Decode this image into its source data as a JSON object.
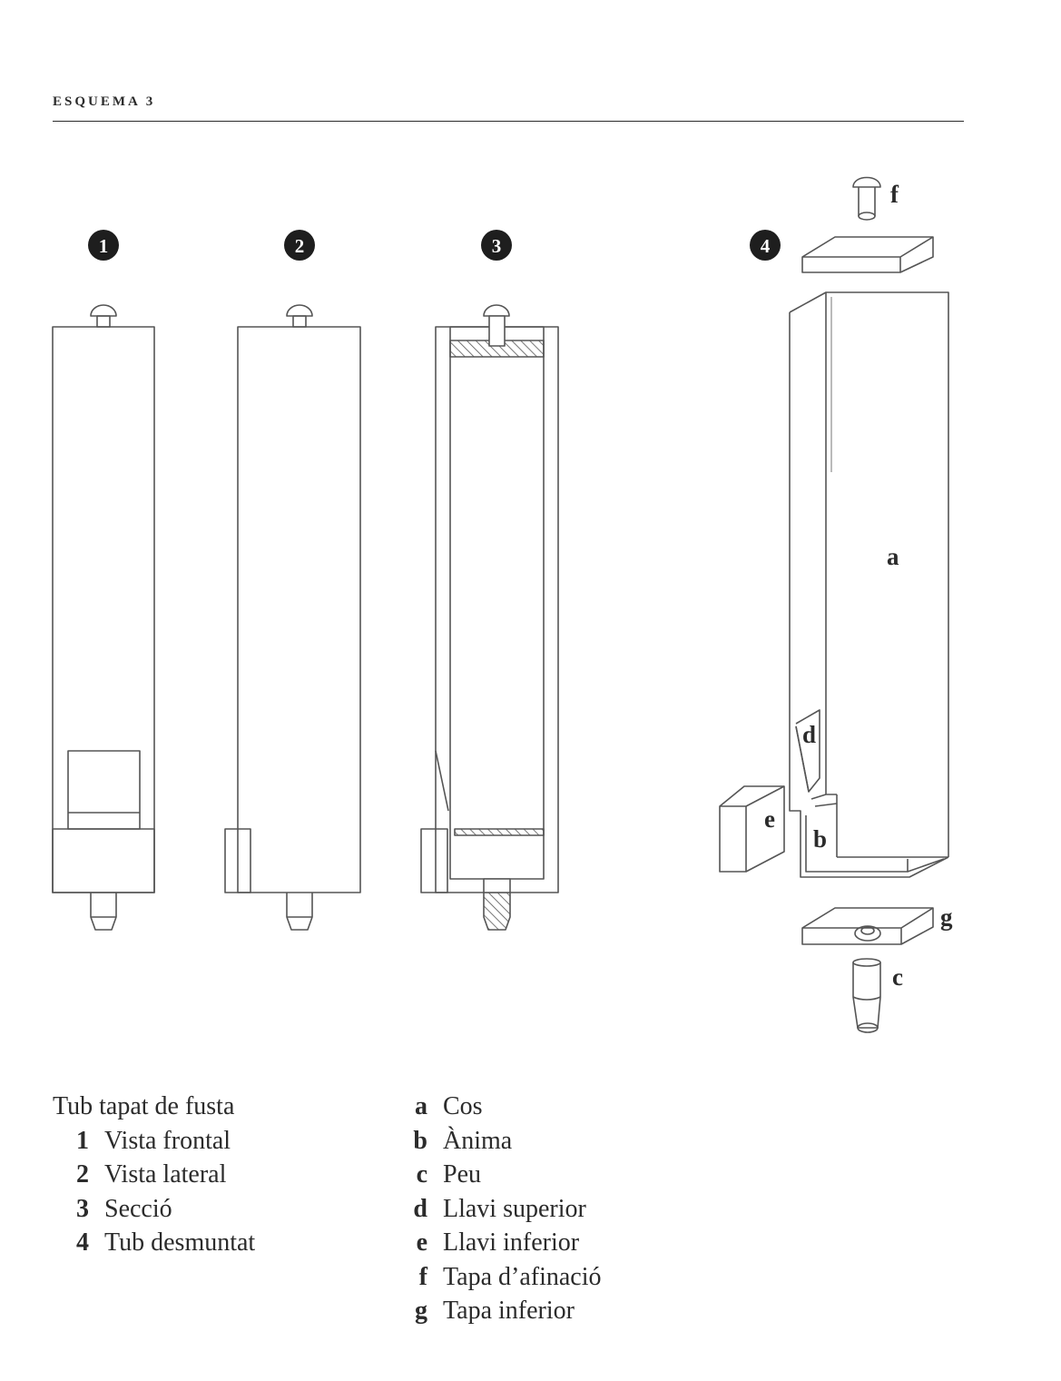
{
  "header": {
    "title": "ESQUEMA 3"
  },
  "views": [
    {
      "number": "1",
      "name": "front-view"
    },
    {
      "number": "2",
      "name": "side-view"
    },
    {
      "number": "3",
      "name": "section-view"
    },
    {
      "number": "4",
      "name": "exploded-view"
    }
  ],
  "parts": [
    "a",
    "b",
    "c",
    "d",
    "e",
    "f",
    "g"
  ],
  "legend": {
    "title": "Tub tapat de fusta",
    "views": [
      {
        "key": "1",
        "label": "Vista frontal"
      },
      {
        "key": "2",
        "label": "Vista lateral"
      },
      {
        "key": "3",
        "label": "Secció"
      },
      {
        "key": "4",
        "label": "Tub desmuntat"
      }
    ],
    "parts": [
      {
        "key": "a",
        "label": "Cos"
      },
      {
        "key": "b",
        "label": "Ànima"
      },
      {
        "key": "c",
        "label": "Peu"
      },
      {
        "key": "d",
        "label": "Llavi superior"
      },
      {
        "key": "e",
        "label": "Llavi inferior"
      },
      {
        "key": "f",
        "label": "Tapa d’afinació"
      },
      {
        "key": "g",
        "label": "Tapa inferior"
      }
    ]
  },
  "colors": {
    "line": "#555555",
    "ink": "#2b2b2b",
    "badge": "#1e1e1e"
  }
}
